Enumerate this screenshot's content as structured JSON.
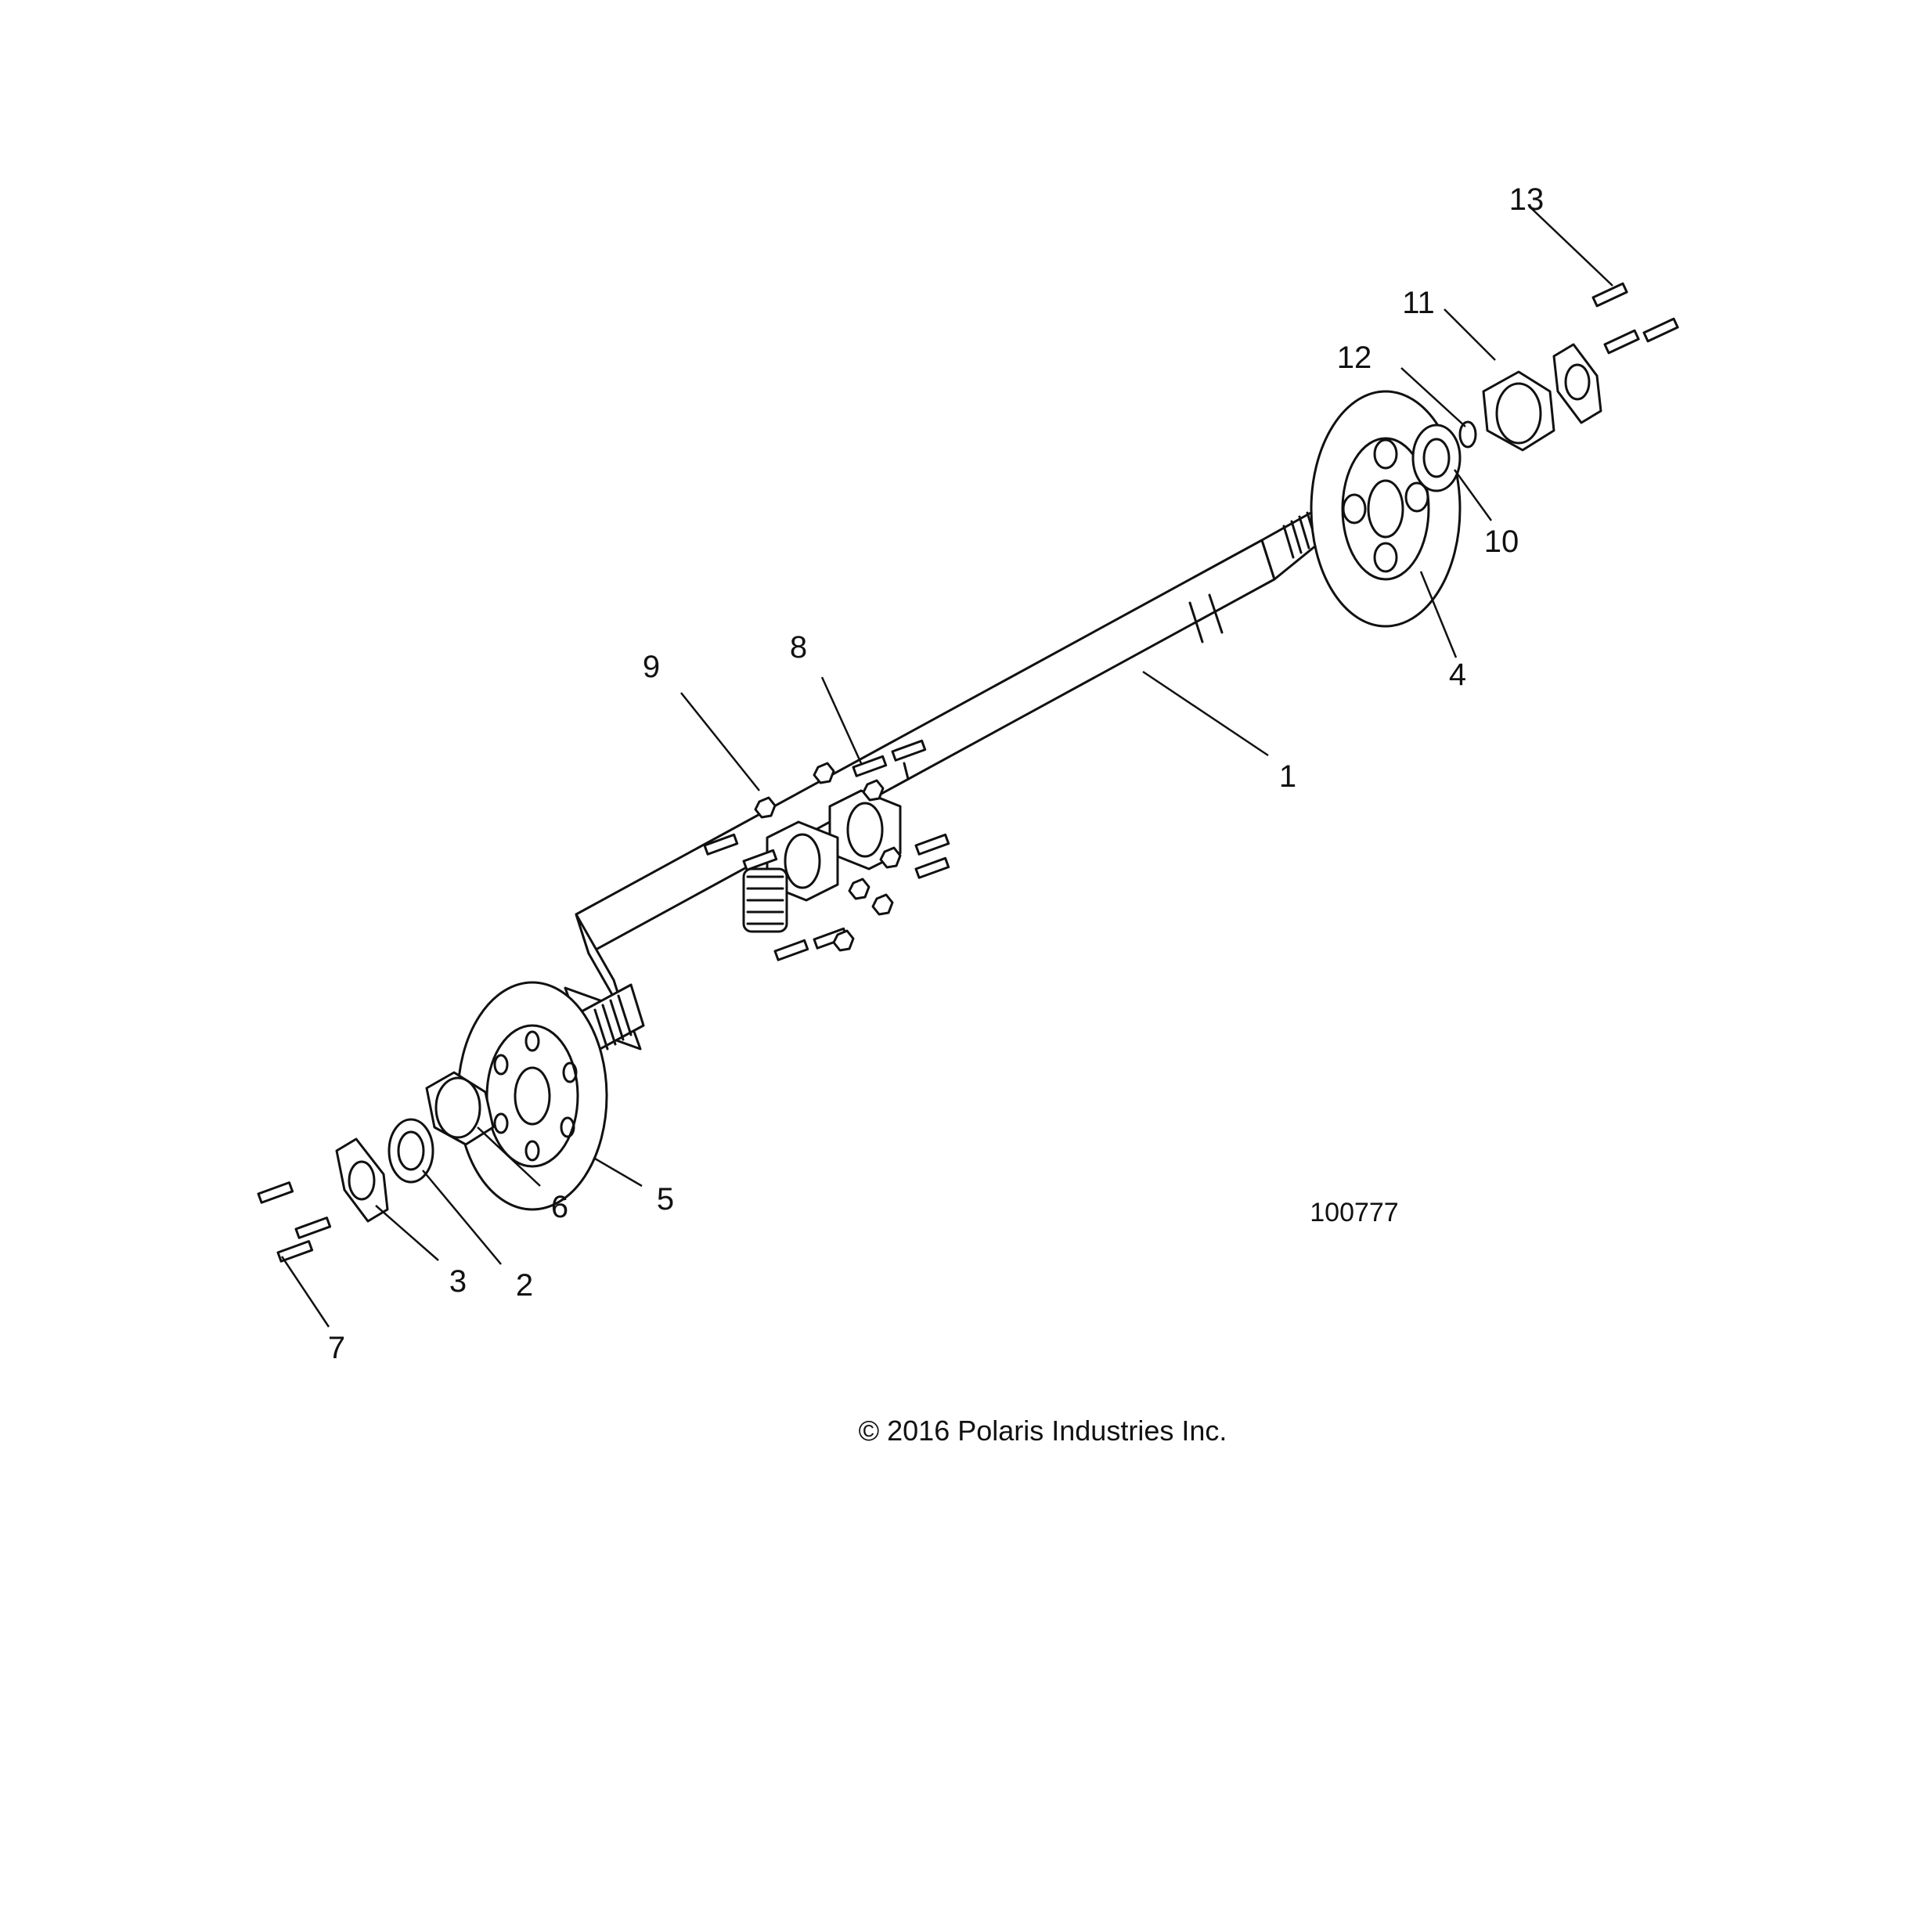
{
  "diagram": {
    "reference_number": "100777",
    "copyright": "© 2016 Polaris Industries Inc.",
    "callouts": [
      "1",
      "2",
      "3",
      "4",
      "5",
      "6",
      "7",
      "8",
      "9",
      "10",
      "11",
      "12",
      "13"
    ]
  },
  "colors": {
    "line": "#111111",
    "background": "#ffffff"
  }
}
